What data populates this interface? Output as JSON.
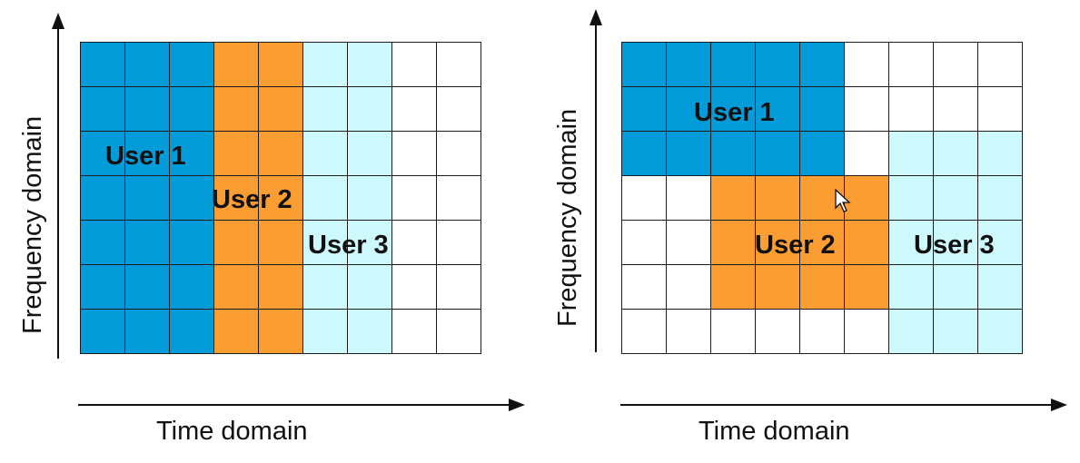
{
  "colors": {
    "user1": "#049cd8",
    "user2": "#fa9d32",
    "user3": "#cdf8fc",
    "empty": "#ffffff",
    "line": "#1c1c1c"
  },
  "diagrams": [
    {
      "y_axis_label": "Frequency domain",
      "x_axis_label": "Time domain",
      "users": [
        "User 1",
        "User 2",
        "User 3"
      ],
      "allocation": [
        "111223300",
        "111223300",
        "111223300",
        "111223300",
        "111223300",
        "111223300",
        "111223300"
      ]
    },
    {
      "y_axis_label": "Frequency domain",
      "x_axis_label": "Time domain",
      "users": [
        "User 1",
        "User 2",
        "User 3"
      ],
      "allocation": [
        "111110000",
        "111110000",
        "111110333",
        "002222333",
        "002222333",
        "002222333",
        "000000333"
      ]
    }
  ]
}
